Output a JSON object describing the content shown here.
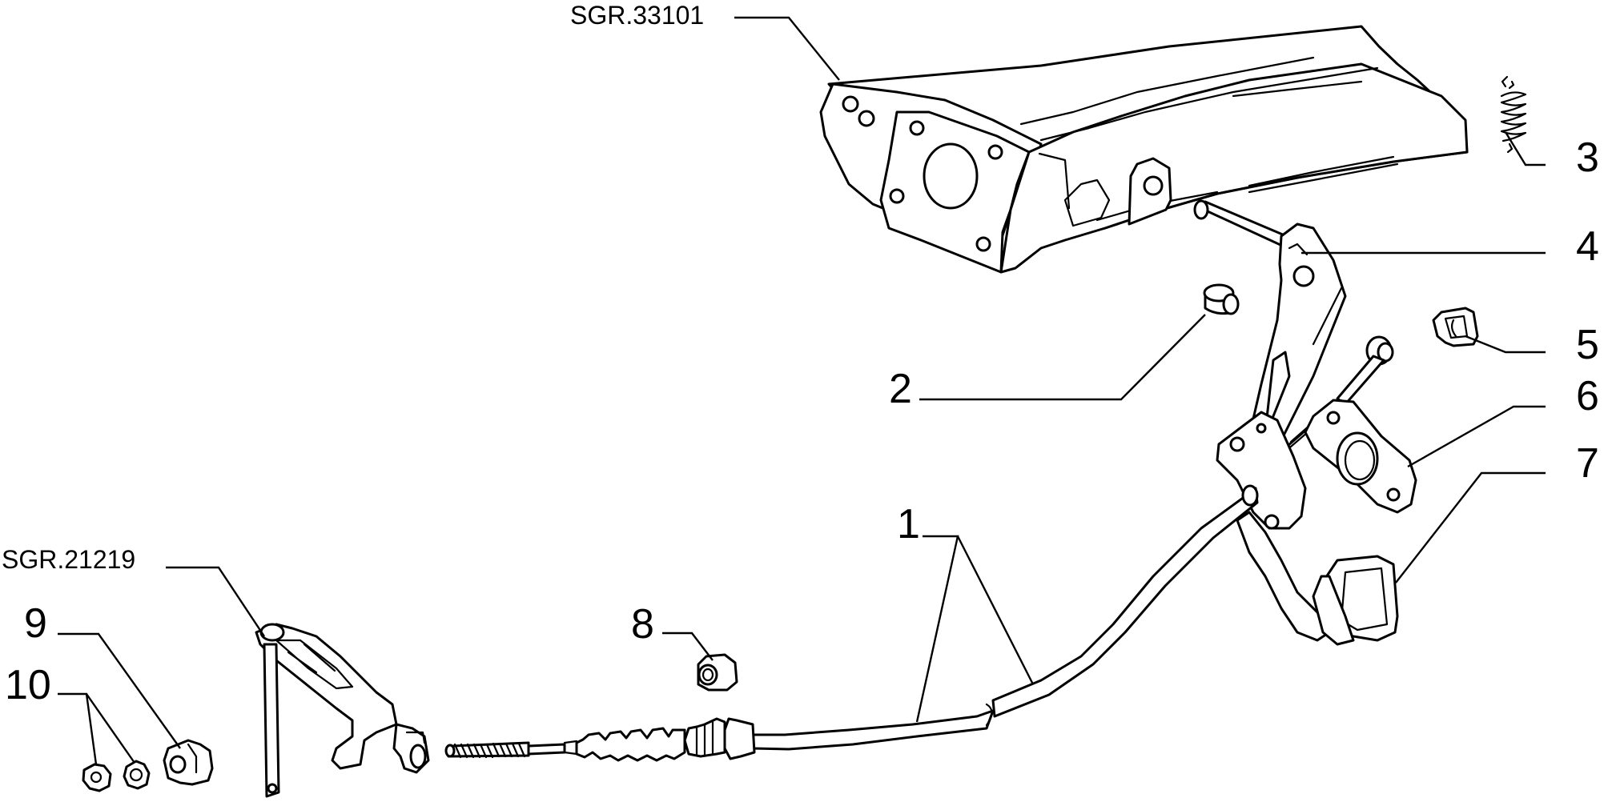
{
  "refs": {
    "sgr_top": "SGR.33101",
    "sgr_left": "SGR.21219"
  },
  "callouts": {
    "c1": "1",
    "c2": "2",
    "c3": "3",
    "c4": "4",
    "c5": "5",
    "c6": "6",
    "c7": "7",
    "c8": "8",
    "c9": "9",
    "c10": "10"
  }
}
